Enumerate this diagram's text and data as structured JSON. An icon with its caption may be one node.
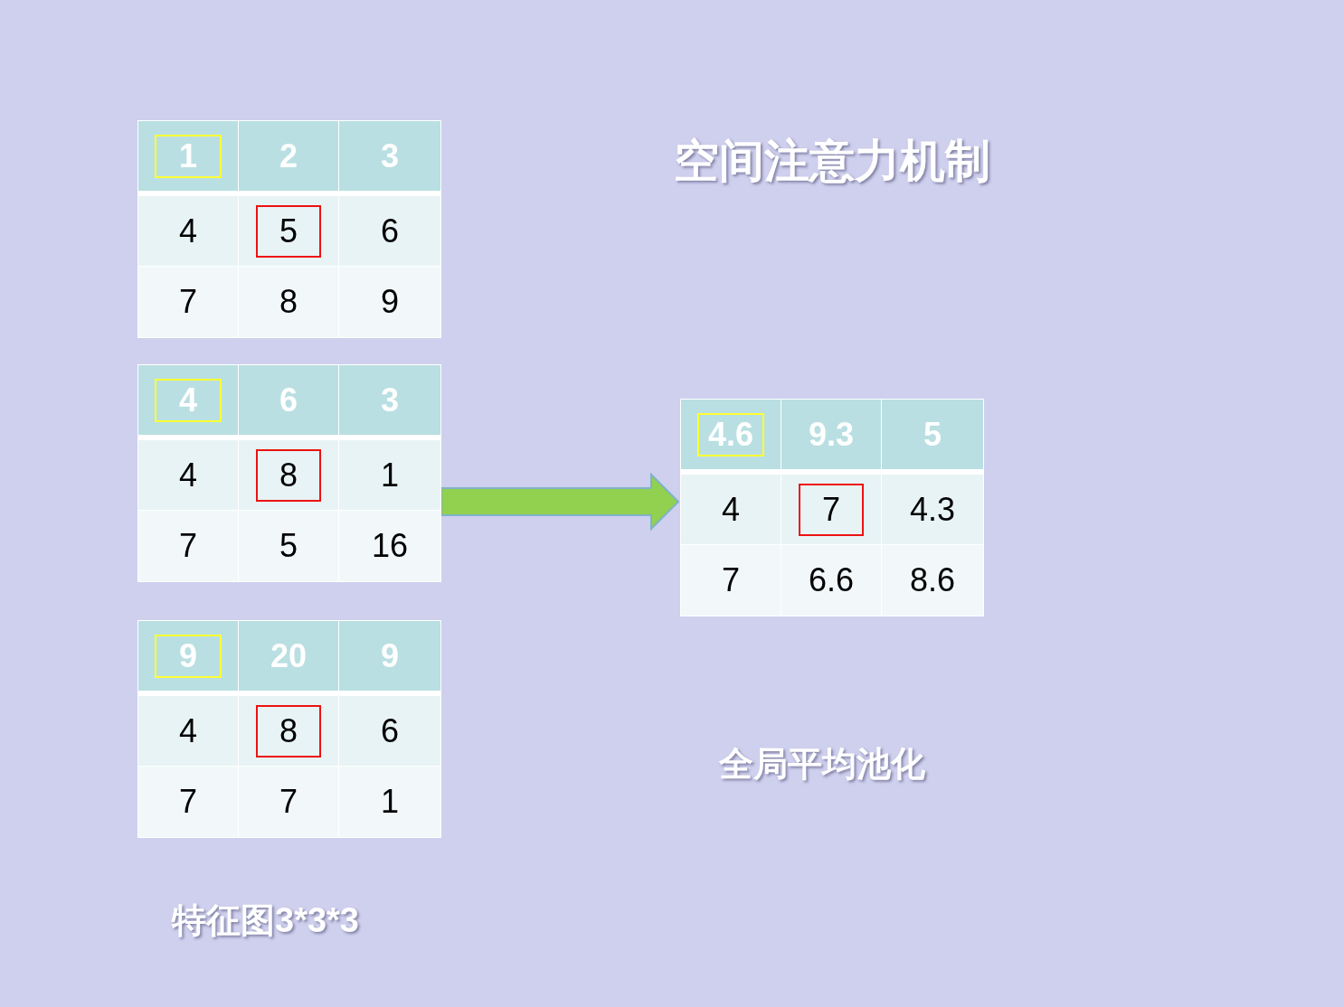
{
  "diagram": {
    "title": "空间注意力机制",
    "nodes": [
      {
        "text": [
          "1",
          "2",
          "3",
          "4",
          "5",
          "6",
          "7",
          "8",
          "9"
        ]
      },
      {
        "text": [
          "4",
          "6",
          "3",
          "4",
          "8",
          "1",
          "7",
          "5",
          "16"
        ]
      },
      {
        "text": [
          "9",
          "20",
          "9",
          "4",
          "8",
          "6",
          "7",
          "7",
          "1"
        ]
      },
      {
        "text": [
          "4.6",
          "9.3",
          "5",
          "4",
          "7",
          "4.3",
          "7",
          "6.6",
          "8.6"
        ]
      }
    ],
    "edges": [
      {
        "from": 1,
        "to": 3,
        "arrow": "to"
      }
    ],
    "labels": [
      "全局平均池化",
      "特征图3*3*3"
    ]
  }
}
